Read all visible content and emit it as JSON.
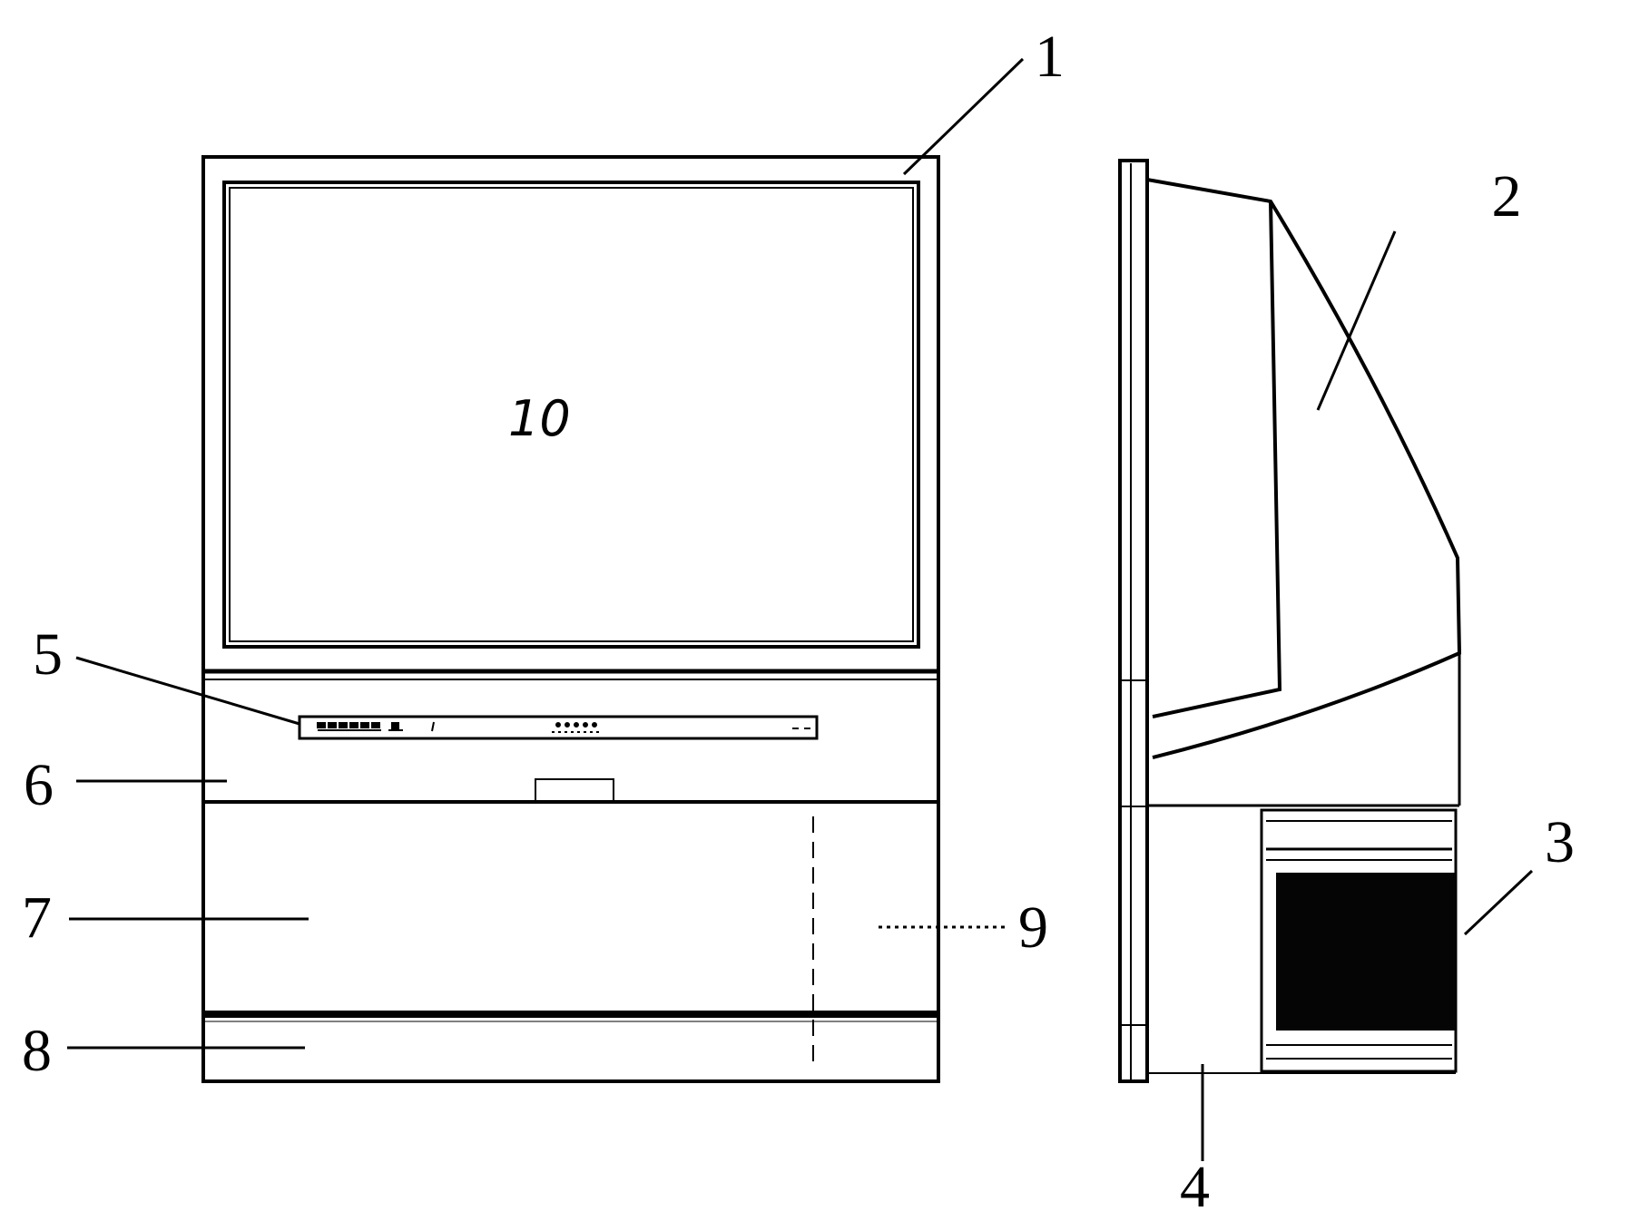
{
  "figure": {
    "labels": {
      "n1": "1",
      "n2": "2",
      "n3": "3",
      "n4": "4",
      "n5": "5",
      "n6": "6",
      "n7": "7",
      "n8": "8",
      "n9": "9",
      "n10": "10"
    },
    "colors": {
      "ink": "#000000",
      "paper": "#ffffff",
      "speaker_grille": "#050505"
    }
  }
}
